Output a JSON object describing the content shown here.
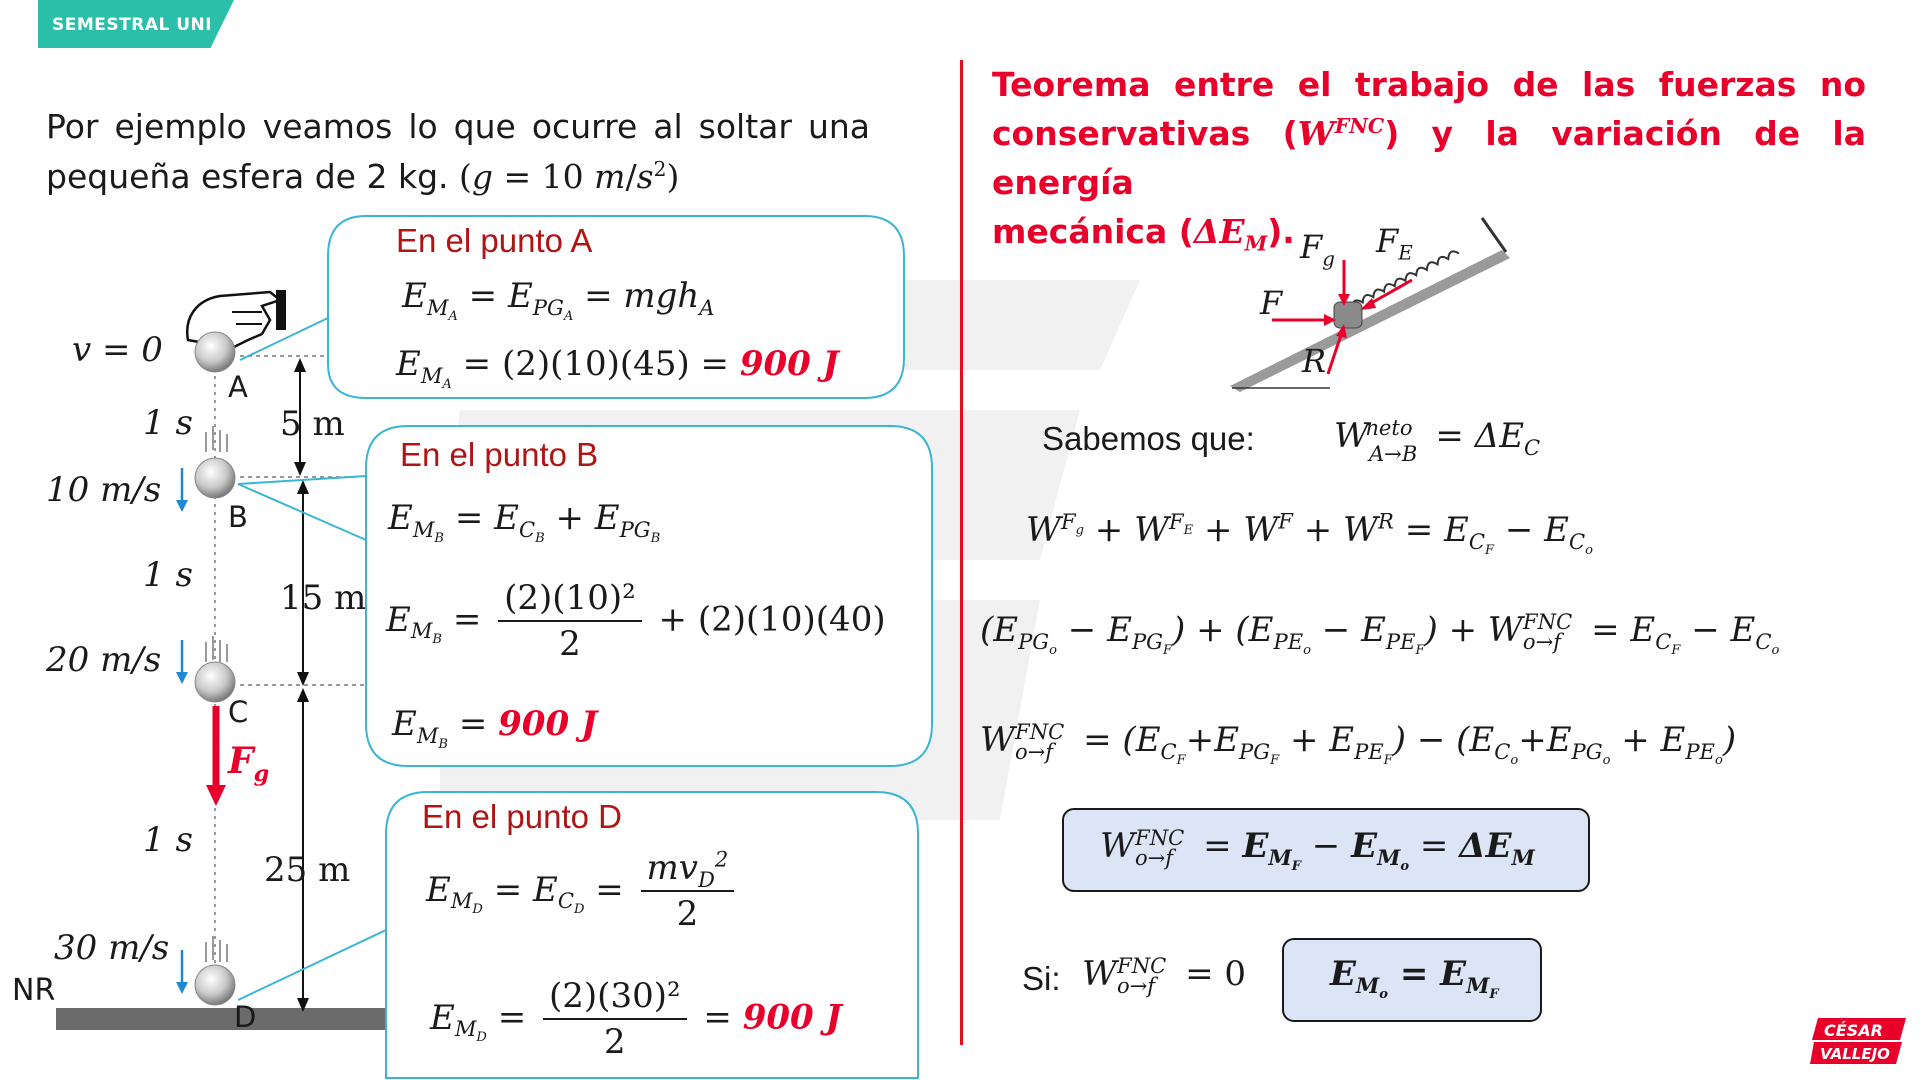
{
  "header": {
    "tag": "SEMESTRAL UNI"
  },
  "intro": {
    "line1": "Por ejemplo veamos lo que ocurre al soltar una",
    "line2_text": "pequeña esfera de 2 kg.",
    "line2_formula": "(g = 10 m/s²)"
  },
  "diagram": {
    "v0": "v = 0",
    "points": [
      "A",
      "B",
      "C",
      "D"
    ],
    "ref_level": "NR",
    "times": [
      "1 s",
      "1 s",
      "1 s"
    ],
    "speeds": [
      "10 m/s",
      "20 m/s",
      "30 m/s"
    ],
    "distances": [
      "5 m",
      "15 m",
      "25 m"
    ],
    "force_label": "Fg"
  },
  "callout_a": {
    "title": "En el punto A",
    "eq1": "E_MA = E_PGA = mgh_A",
    "eq2_left": "E_MA = (2)(10)(45) =",
    "eq2_result": "900 J"
  },
  "callout_b": {
    "title": "En el punto B",
    "eq1": "E_MB = E_CB + E_PGB",
    "eq2_num": "(2)(10)²",
    "eq2_den": "2",
    "eq2_tail": "+ (2)(10)(40)",
    "eq3_result": "900 J"
  },
  "callout_d": {
    "title": "En el punto D",
    "eq1_num": "mv_D²",
    "eq1_den": "2",
    "eq2_num": "(2)(30)²",
    "eq2_den": "2",
    "eq2_result": "900 J"
  },
  "theorem": {
    "line1": "Teorema entre el trabajo de las fuerzas no",
    "line2_a": "conservativas (",
    "line2_b": ") y la variación de la energía",
    "line3_a": "mecánica (",
    "line3_b": ")."
  },
  "incline": {
    "labels": [
      "Fg",
      "FE",
      "F",
      "R"
    ]
  },
  "derivation": {
    "sabemos": "Sabemos que:",
    "si": "Si:"
  },
  "colors": {
    "accent": "#2bbfa9",
    "title_red": "#e8002a",
    "callout_border": "#3bb5d6",
    "box_fill": "#dbe5f5"
  }
}
